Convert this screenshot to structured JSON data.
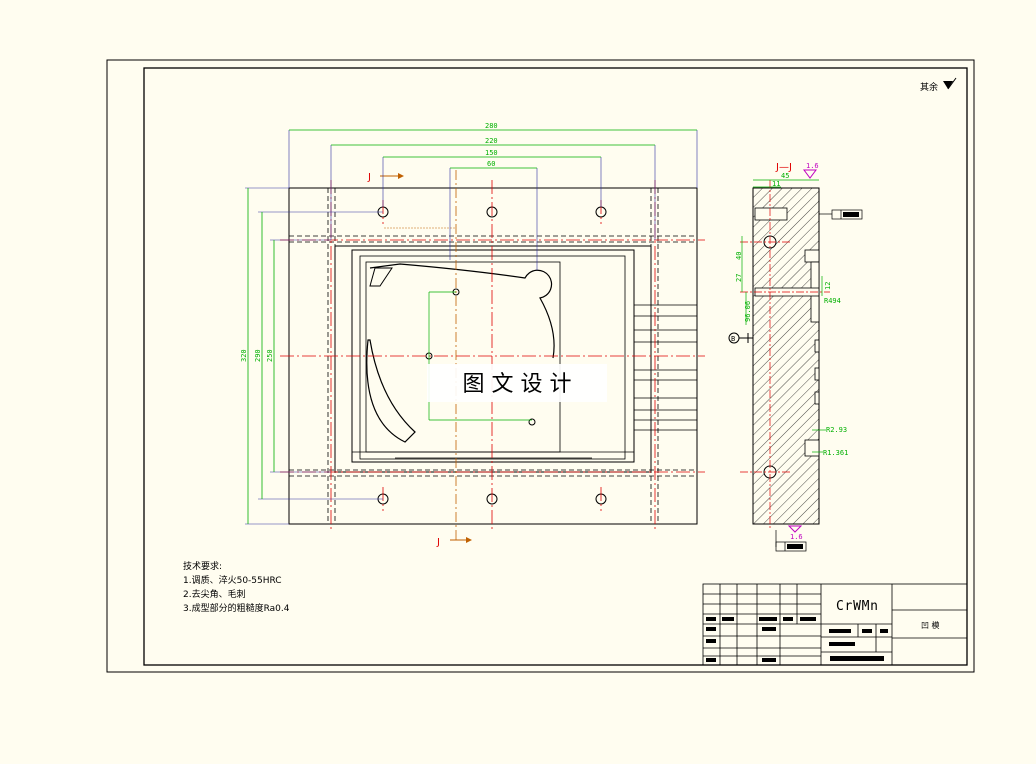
{
  "corner_note": "其余",
  "section_label": "J—J",
  "section_mark_top": "J",
  "section_mark_bottom": "J",
  "watermark": "图 文 设 计",
  "main_dims": {
    "w1": "280",
    "w2": "220",
    "w3": "150",
    "w4": "60",
    "h1": "320",
    "h2": "290",
    "h3": "250"
  },
  "side_dims": {
    "roughness_top": "1.6",
    "roughness_bottom": "1.6",
    "width": "45",
    "d1": "11",
    "d2": "40",
    "d3": "27",
    "d4": "12",
    "d5": "R494",
    "d6": "96.06",
    "d7": "R2.93",
    "d8": "R1.361",
    "datum": "B"
  },
  "tech_req": {
    "title": "技术要求:",
    "items": [
      "1.调质、淬火50-55HRC",
      "2.去尖角、毛刺",
      "3.成型部分的粗糙度Ra0.4"
    ]
  },
  "title_block": {
    "material": "CrWMn",
    "part_name": "凹 模"
  },
  "colors": {
    "outline": "#000000",
    "dimension": "#00b000",
    "centerline": "#e00000",
    "leader": "#3030a0",
    "section": "#e00000",
    "roughness": "#c000c0",
    "arrow": "#c06000"
  }
}
